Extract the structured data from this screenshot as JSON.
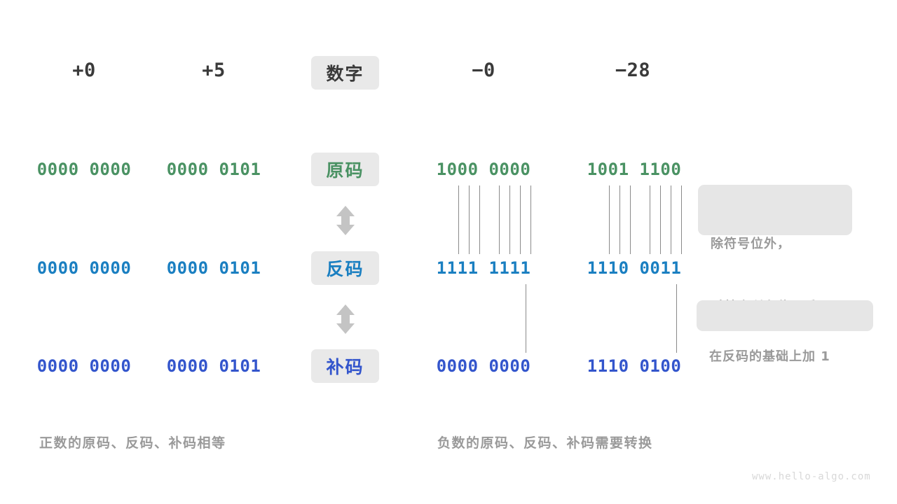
{
  "colors": {
    "sign_magnitude": "#4a9263",
    "ones_complement": "#1a7fc1",
    "twos_complement": "#3355cc",
    "badge_bg": "#e9e9e9",
    "callout_bg": "#e6e6e6",
    "callout_text": "#9a9a9a",
    "header_text": "#3a3a3a",
    "line": "#8a8a8a",
    "background": "#ffffff"
  },
  "header": {
    "labels": [
      "+0",
      "+5",
      "−0",
      "−28"
    ],
    "positive": [
      "+0",
      "+5"
    ],
    "negative": [
      "−0",
      "−28"
    ],
    "badge": "数字"
  },
  "rows": [
    {
      "id": "sign-magnitude",
      "badge": "原码",
      "color": "#4a9263",
      "values": [
        "0000 0000",
        "0000 0101",
        "1000 0000",
        "1001 1100"
      ]
    },
    {
      "id": "ones-complement",
      "badge": "反码",
      "color": "#1a7fc1",
      "values": [
        "0000 0000",
        "0000 0101",
        "1111 1111",
        "1110 0011"
      ]
    },
    {
      "id": "twos-complement",
      "badge": "补码",
      "color": "#3355cc",
      "values": [
        "0000 0000",
        "0000 0101",
        "0000 0000",
        "1110 0100"
      ]
    }
  ],
  "callouts": [
    {
      "id": "invert-bits",
      "line1": "除符号位外，",
      "line2": "对其余所有位取反"
    },
    {
      "id": "add-one",
      "line1": "在反码的基础上加 1",
      "line2": ""
    }
  ],
  "captions": {
    "left": "正数的原码、反码、补码相等",
    "right": "负数的原码、反码、补码需要转换"
  },
  "watermark": "www.hello-algo.com",
  "arrows": {
    "icon": "double-arrow-vertical",
    "count": 2
  }
}
